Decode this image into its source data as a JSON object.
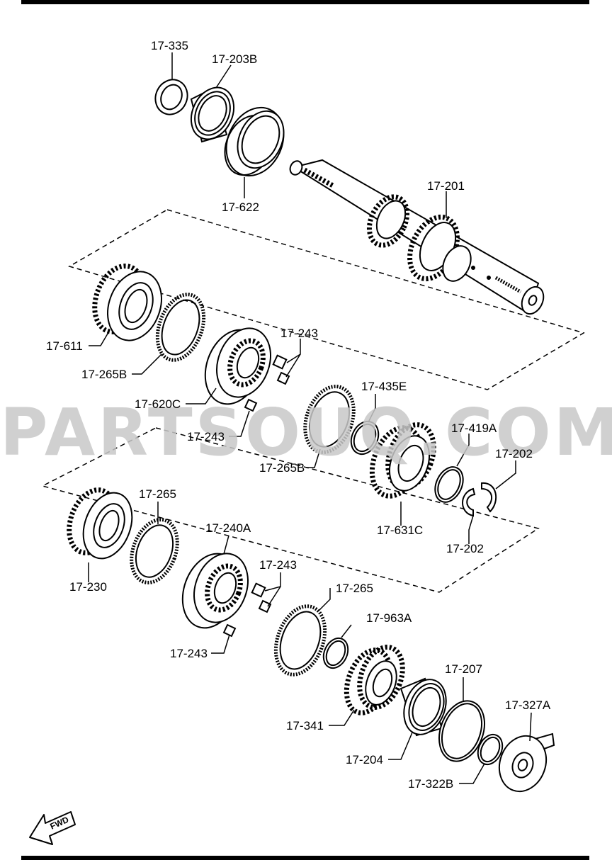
{
  "watermark": "PARTSOUQ.COM",
  "fwd_label": "FWD",
  "labels": {
    "p17_335": "17-335",
    "p17_203B": "17-203B",
    "p17_622": "17-622",
    "p17_201": "17-201",
    "p17_611": "17-611",
    "p17_265B_top": "17-265B",
    "p17_620C": "17-620C",
    "p17_243_a": "17-243",
    "p17_243_b": "17-243",
    "p17_435E": "17-435E",
    "p17_265B_mid": "17-265B",
    "p17_419A": "17-419A",
    "p17_202_a": "17-202",
    "p17_631C": "17-631C",
    "p17_202_b": "17-202",
    "p17_265_a": "17-265",
    "p17_240A": "17-240A",
    "p17_230": "17-230",
    "p17_243_c": "17-243",
    "p17_243_d": "17-243",
    "p17_265_b": "17-265",
    "p17_963A": "17-963A",
    "p17_207": "17-207",
    "p17_327A": "17-327A",
    "p17_341": "17-341",
    "p17_204": "17-204",
    "p17_322B": "17-322B"
  }
}
